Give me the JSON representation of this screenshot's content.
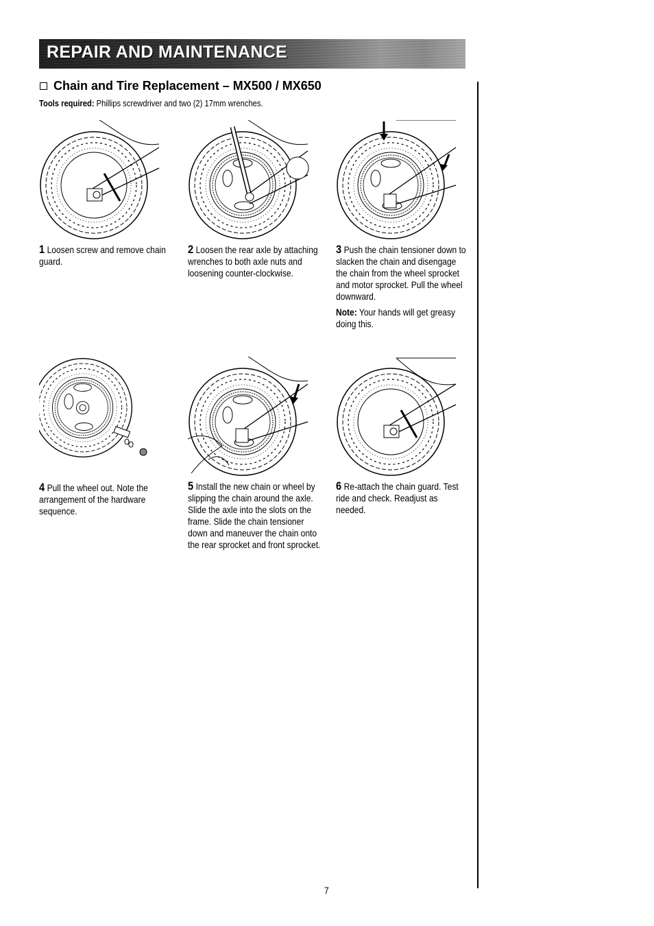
{
  "header": {
    "title": "REPAIR AND MAINTENANCE",
    "colors": {
      "bar_dark": "#1e1e1e",
      "bar_light": "#a8a8a8",
      "title_text": "#ffffff"
    }
  },
  "section": {
    "icon": "checkbox-icon",
    "title": "Chain and Tire Replacement – MX500 / MX650",
    "tools_label": "Tools required:",
    "tools_text": " Phillips screwdriver and two (2) 17mm wrenches."
  },
  "steps": [
    {
      "number": "1",
      "text": "Loosen screw and remove chain guard.",
      "illustration": "wheel-screwdriver-chain-guard"
    },
    {
      "number": "2",
      "text": "Loosen the rear axle by attaching wrenches to both axle nuts and loosening counter-clockwise.",
      "illustration": "wheel-wrench-axle"
    },
    {
      "number": "3",
      "text": "Push the chain tensioner down to slacken the chain and disengage the chain from the wheel sprocket and motor sprocket. Pull the wheel downward.",
      "note_label": "Note:",
      "note_text": " Your hands will get greasy doing this.",
      "illustration": "wheel-chain-tensioner-arrows"
    },
    {
      "number": "4",
      "text": "Pull the wheel out. Note the arrangement of the hardware sequence.",
      "illustration": "wheel-removed-hardware"
    },
    {
      "number": "5",
      "text": "Install the new chain or wheel by slipping the chain around the axle. Slide the axle into the slots on the frame. Slide the chain tensioner down and maneuver the chain onto the rear sprocket and front sprocket.",
      "illustration": "wheel-install-chain-hands"
    },
    {
      "number": "6",
      "text": "Re-attach the chain guard. Test ride and check. Readjust as needed.",
      "illustration": "wheel-screwdriver-reattach"
    }
  ],
  "footer": {
    "page_number": "7"
  }
}
